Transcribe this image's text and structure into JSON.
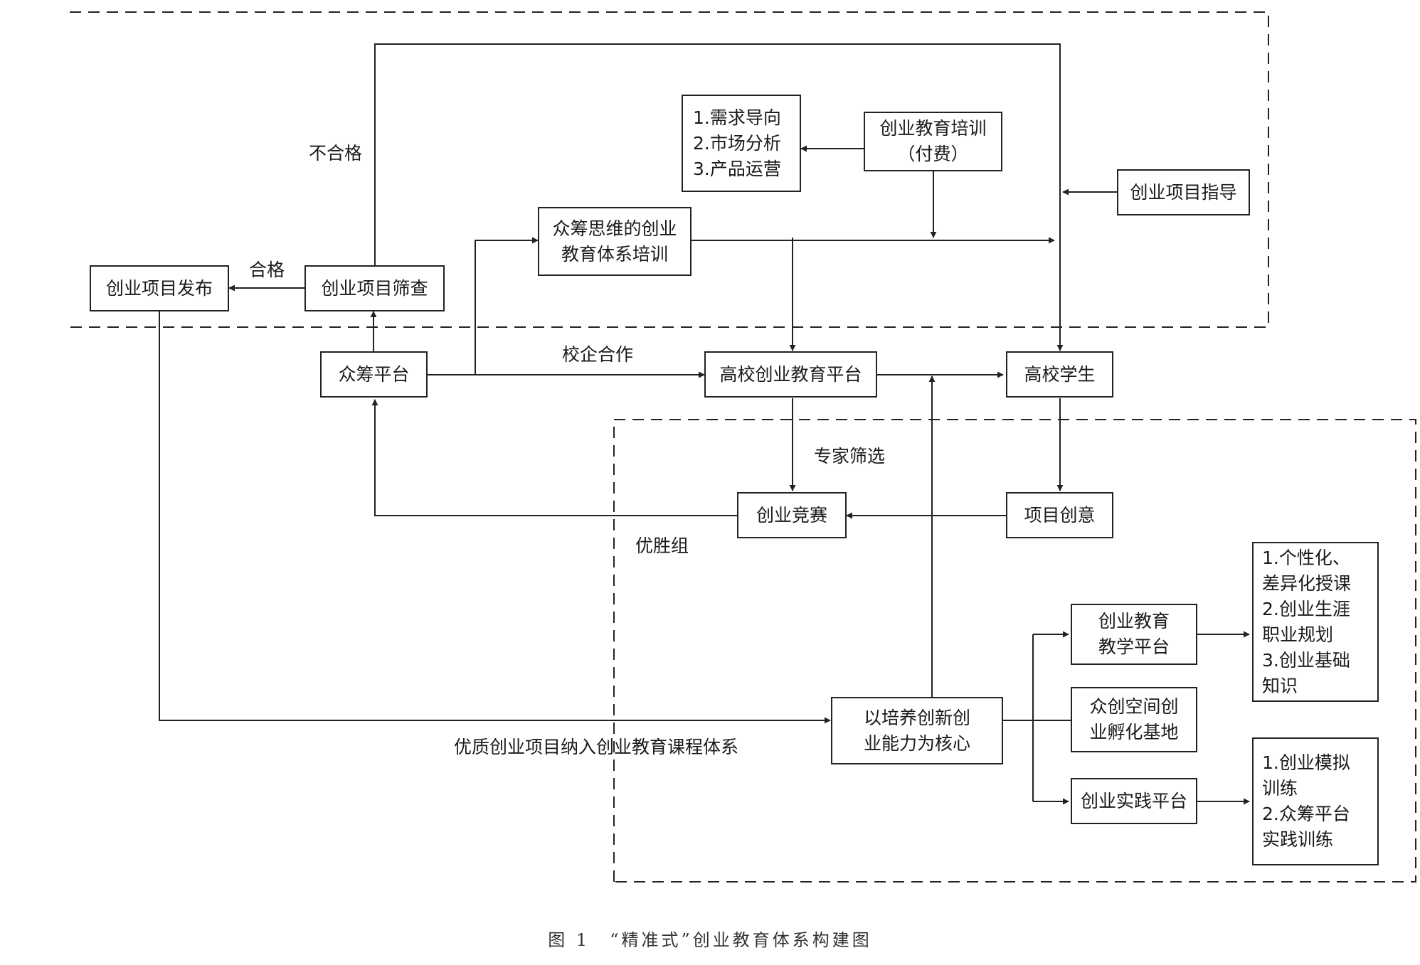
{
  "nodes": {
    "fabu": "创业项目发布",
    "shaicha": "创业项目筛查",
    "zhongchou_pingtai": "众筹平台",
    "zhongchou_siwei": "众筹思维的创业\n教育体系培训",
    "xuqiu": "1.需求导向\n2.市场分析\n3.产品运营",
    "peixun": "创业教育培训\n（付费）",
    "zhidao": "创业项目指导",
    "gaoxiao_pingtai": "高校创业教育平台",
    "gaoxiao_xuesheng": "高校学生",
    "jingsai": "创业竞赛",
    "chuangyi": "项目创意",
    "hexin": "以培养创新创\n业能力为核心",
    "jiaoxue": "创业教育\n教学平台",
    "zhongchuang": "众创空间创\n业孵化基地",
    "shijian": "创业实践平台",
    "gexinghua": "1.个性化、\n差异化授课\n2.创业生涯\n职业规划\n3.创业基础\n知识",
    "moni": "1.创业模拟\n训练\n2.众筹平台\n实践训练"
  },
  "labels": {
    "buhege": "不合格",
    "hege": "合格",
    "xiaoqi": "校企合作",
    "zhuanjia": "专家筛选",
    "yousheng": "优胜组",
    "youzhi": "优质创业项目纳入创业教育课程体系"
  },
  "caption": "图 1　“精准式”创业教育体系构建图",
  "colors": {
    "line": "#222222",
    "text": "#1a1a1a"
  }
}
